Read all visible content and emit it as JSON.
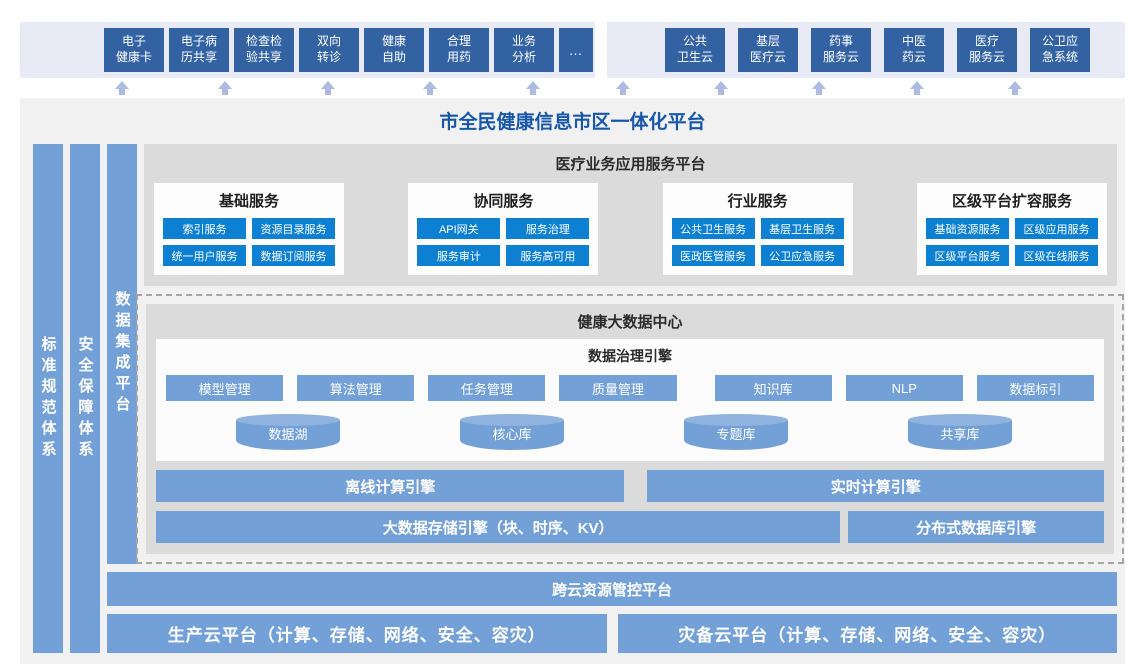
{
  "strips": {
    "left": {
      "items": [
        "电子\n健康卡",
        "电子病\n历共享",
        "检查检\n验共享",
        "双向\n转诊",
        "健康\n自助",
        "合理\n用药",
        "业务\n分析",
        "…"
      ]
    },
    "right": {
      "items": [
        "公共\n卫生云",
        "基层\n医疗云",
        "药事\n服务云",
        "中医\n药云",
        "医疗\n服务云",
        "公卫应\n急系统"
      ]
    }
  },
  "platform": {
    "title": "市全民健康信息市区一体化平台"
  },
  "pillars": [
    "标准规范体系",
    "安全保障体系",
    "数据集成平台"
  ],
  "services": {
    "title": "医疗业务应用服务平台",
    "groups": [
      {
        "title": "基础服务",
        "items": [
          "索引服务",
          "资源目录服务",
          "统一用户服务",
          "数据订阅服务"
        ]
      },
      {
        "title": "协同服务",
        "items": [
          "API网关",
          "服务治理",
          "服务审计",
          "服务高可用"
        ]
      },
      {
        "title": "行业服务",
        "items": [
          "公共卫生服务",
          "基层卫生服务",
          "医政医管服务",
          "公卫应急服务"
        ]
      },
      {
        "title": "区级平台扩容服务",
        "items": [
          "基础资源服务",
          "区级应用服务",
          "区级平台服务",
          "区级在线服务"
        ]
      }
    ]
  },
  "datacenter": {
    "title": "健康大数据中心",
    "governance": {
      "title": "数据治理引擎",
      "chips": [
        "模型管理",
        "算法管理",
        "任务管理",
        "质量管理",
        "知识库",
        "NLP",
        "数据标引"
      ]
    },
    "cylinders": [
      "数据湖",
      "核心库",
      "专题库",
      "共享库"
    ],
    "compute": [
      "离线计算引擎",
      "实时计算引擎"
    ],
    "storage": [
      "大数据存储引擎（块、时序、KV）",
      "分布式数据库引擎"
    ]
  },
  "bottom": {
    "cross_cloud": "跨云资源管控平台",
    "clouds": [
      "生产云平台（计算、存储、网络、安全、容灾）",
      "灾备云平台（计算、存储、网络、安全、容灾）"
    ]
  },
  "colors": {
    "app_box_blue": "#3362A3",
    "strip_bg": "#E8EBF5",
    "arrow_blue": "#ADBBE2",
    "title_blue": "#1857A8",
    "panel_bg": "#F1F1F2",
    "section_gray": "#DBDBDC",
    "chip_blue": "#0E80D2",
    "soft_blue": "#73A0D6",
    "cylinder_top_blue": "#8FB2DF"
  }
}
